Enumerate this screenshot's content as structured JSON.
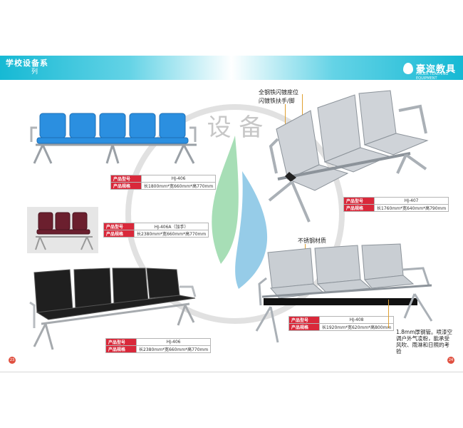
{
  "header": {
    "left_logo_line1": "学校设备系",
    "left_logo_line2": "列",
    "right_logo_name": "豪迩教具",
    "right_logo_sub": "HAOER TEACHING EQUIPMENT"
  },
  "colors": {
    "accent_cyan": "#16b9d4",
    "label_red": "#d9283a"
  },
  "watermark": {
    "text": "设 备"
  },
  "products": [
    {
      "label_model": "产品型号",
      "model": "HJ-406",
      "label_spec": "产品规格",
      "spec": "长1800mm*宽660mm*高770mm"
    },
    {
      "label_model": "产品型号",
      "model": "HJ-406A（加手）",
      "label_spec": "产品规格",
      "spec": "长2380mm*宽660mm*高770mm"
    },
    {
      "label_model": "产品型号",
      "model": "HJ-406",
      "label_spec": "产品规格",
      "spec": "长2380mm*宽660mm*高770mm"
    },
    {
      "label_model": "产品型号",
      "model": "HJ-407",
      "label_spec": "产品规格",
      "spec": "长1760mm*宽640mm*高790mm"
    },
    {
      "label_model": "产品型号",
      "model": "HJ-408",
      "label_spec": "产品规格",
      "spec": "长1920mm*宽620mm*高800mm"
    }
  ],
  "notes": {
    "steel_seat": "全钢铁闪镀座位",
    "iron_arm": "闪镀铁扶手/脚",
    "stainless": "不锈钢材质",
    "description": "1.8mm厚钢管。喷漆空调户外气凌粉，能承受风吹、雨淋和日照的考验"
  },
  "page_numbers": {
    "left": "23",
    "right": "24"
  }
}
